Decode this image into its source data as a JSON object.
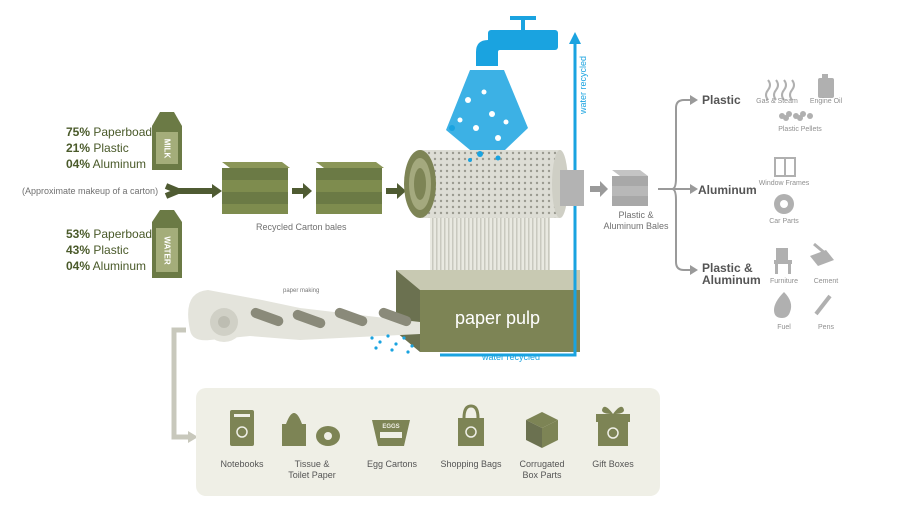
{
  "carton1": {
    "box_text": "MILK",
    "rows": [
      {
        "pct": "75%",
        "material": "Paperboad"
      },
      {
        "pct": "21%",
        "material": "Plastic"
      },
      {
        "pct": "04%",
        "material": "Aluminum"
      }
    ]
  },
  "carton2": {
    "box_text": "WATER",
    "rows": [
      {
        "pct": "53%",
        "material": "Paperboad"
      },
      {
        "pct": "43%",
        "material": "Plastic"
      },
      {
        "pct": "04%",
        "material": "Aluminum"
      }
    ]
  },
  "makeup_note": "(Approximate makeup of a carton)",
  "bales_label": "Recycled Carton bales",
  "water_recycled_vertical": "water recycled",
  "water_recycled_bottom": "water recycled",
  "paper_pulp_label": "paper pulp",
  "paper_making_label": "paper making",
  "plastic_bales_label": [
    "Plastic &",
    "Aluminum Bales"
  ],
  "outputs": {
    "plastic": {
      "title": "Plastic",
      "items": [
        "Gas & Steam",
        "Engine Oil",
        "Plastic Pellets"
      ]
    },
    "aluminum": {
      "title": "Aluminum",
      "items": [
        "Window Frames",
        "Car Parts"
      ]
    },
    "plastic_aluminum": {
      "title": [
        "Plastic &",
        "Aluminum"
      ],
      "items": [
        "Furniture",
        "Cement",
        "Fuel",
        "Pens"
      ]
    }
  },
  "products": [
    {
      "label": [
        "Notebooks"
      ],
      "icon": "notebook-icon"
    },
    {
      "label": [
        "Tissue &",
        "Toilet Paper"
      ],
      "icon": "tissue-icon"
    },
    {
      "label": [
        "Egg Cartons"
      ],
      "icon": "egg-carton-icon",
      "icon_text": "EGGS"
    },
    {
      "label": [
        "Shopping Bags"
      ],
      "icon": "shopping-bag-icon"
    },
    {
      "label": [
        "Corrugated",
        "Box Parts"
      ],
      "icon": "box-icon"
    },
    {
      "label": [
        "Gift Boxes"
      ],
      "icon": "gift-box-icon"
    }
  ],
  "colors": {
    "olive": "#6b7a45",
    "olive_dark": "#4f5b32",
    "water_blue": "#1aa3e0",
    "gray": "#9a9a9a",
    "panel": "#efefe6",
    "pulp_box": "#7d8455"
  }
}
